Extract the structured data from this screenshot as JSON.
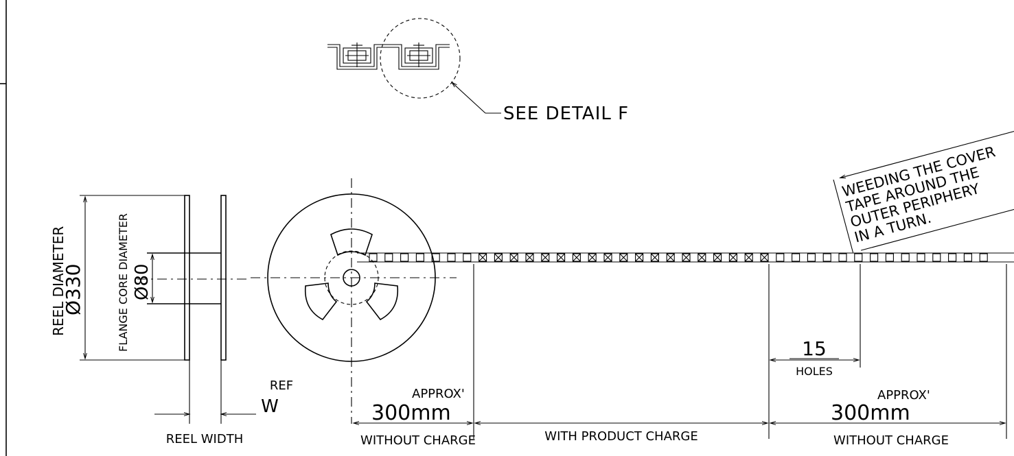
{
  "detail_callout": {
    "label": "SEE  DETAIL  F"
  },
  "reel": {
    "reel_diameter_label": "REEL DIAMETER",
    "reel_diameter_value": "Ø330",
    "flange_core_label": "FLANGE CORE DIAMETER",
    "flange_core_value": "Ø80",
    "ref_label": "REF",
    "width_symbol": "W",
    "reel_width_label": "REEL  WIDTH"
  },
  "note": {
    "lines": [
      "WEEDING  THE  COVER",
      "TAPE  AROUND  THE",
      "OUTER  PERIPHERY",
      "IN  A  TURN."
    ]
  },
  "tape": {
    "leader_approx": "APPROX'",
    "leader_length": "300mm",
    "leader_label": "WITHOUT  CHARGE",
    "product_label": "WITH  PRODUCT  CHARGE",
    "pitch_value": "15",
    "pitch_unit": "HOLES",
    "trailer_approx": "APPROX'",
    "trailer_length": "300mm",
    "trailer_label": "WITHOUT  CHARGE"
  }
}
